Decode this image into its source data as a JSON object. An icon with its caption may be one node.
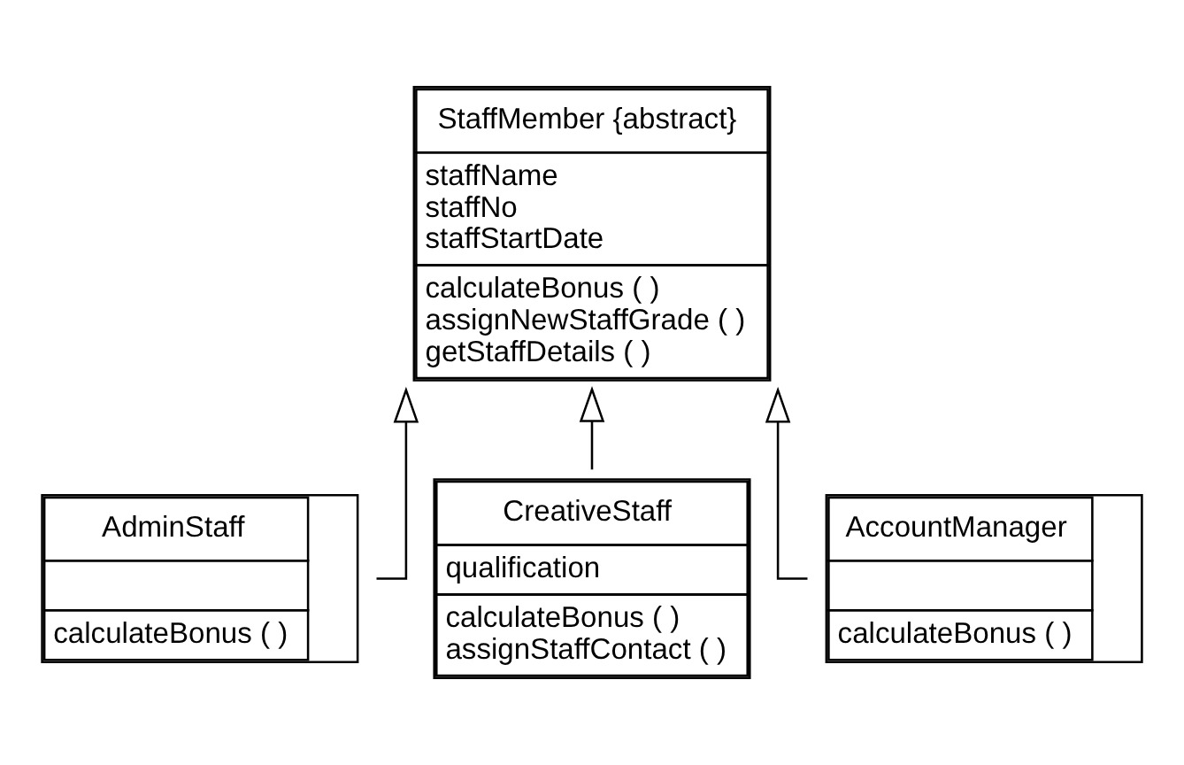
{
  "diagram": {
    "nodes": [
      {
        "text": [
          "StaffMember {abstract}",
          "staffName",
          "staffNo",
          "staffStartDate",
          "calculateBonus ( )",
          "assignNewStaffGrade ( )",
          "getStaffDetails ( )"
        ]
      },
      {
        "text": [
          "AdminStaff",
          "calculateBonus ( )"
        ]
      },
      {
        "text": [
          "CreativeStaff",
          "qualification",
          "calculateBonus ( )",
          "assignStaffContact ( )"
        ]
      },
      {
        "text": [
          "AccountManager",
          "calculateBonus ( )"
        ]
      }
    ],
    "edges": [
      {
        "from": 1,
        "to": 0,
        "arrow": "to"
      },
      {
        "from": 2,
        "to": 0,
        "arrow": "to"
      },
      {
        "from": 3,
        "to": 0,
        "arrow": "to"
      }
    ]
  }
}
